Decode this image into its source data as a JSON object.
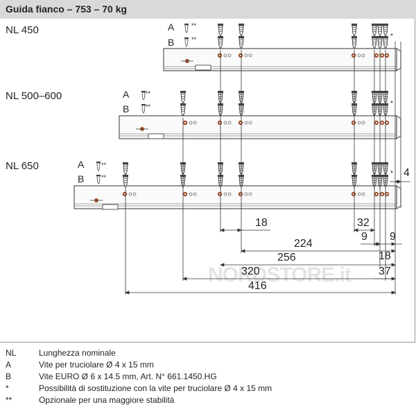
{
  "header": {
    "title": "Guida fianco – 753 – 70 kg"
  },
  "rails": [
    {
      "name": "NL 450"
    },
    {
      "name": "NL 500–600"
    },
    {
      "name": "NL 650"
    }
  ],
  "screw_markers": {
    "a": "A",
    "b": "B",
    "double_star": "**",
    "star": "*"
  },
  "dimensions": {
    "d18": "18",
    "d32": "32",
    "d9_left": "9",
    "d9_right": "9",
    "d224": "224",
    "d18_lower": "18",
    "d256": "256",
    "d320": "320",
    "d37": "37",
    "d416": "416",
    "d4": "4"
  },
  "watermark": "NORDSTORE.it",
  "legend": [
    {
      "key": "NL",
      "text": "Lunghezza nominale"
    },
    {
      "key": "A",
      "text": "Vite per truciolare Ø 4 x 15 mm"
    },
    {
      "key": "B",
      "text": "Vite EURO Ø 6 x 14.5 mm, Art. N° 661.1450.HG"
    },
    {
      "key": "*",
      "text": "Possibilità di sostituzione con la vite per truciolare Ø 4 x 15 mm"
    },
    {
      "key": "**",
      "text": "Opzionale per una maggiore stabilità"
    }
  ]
}
